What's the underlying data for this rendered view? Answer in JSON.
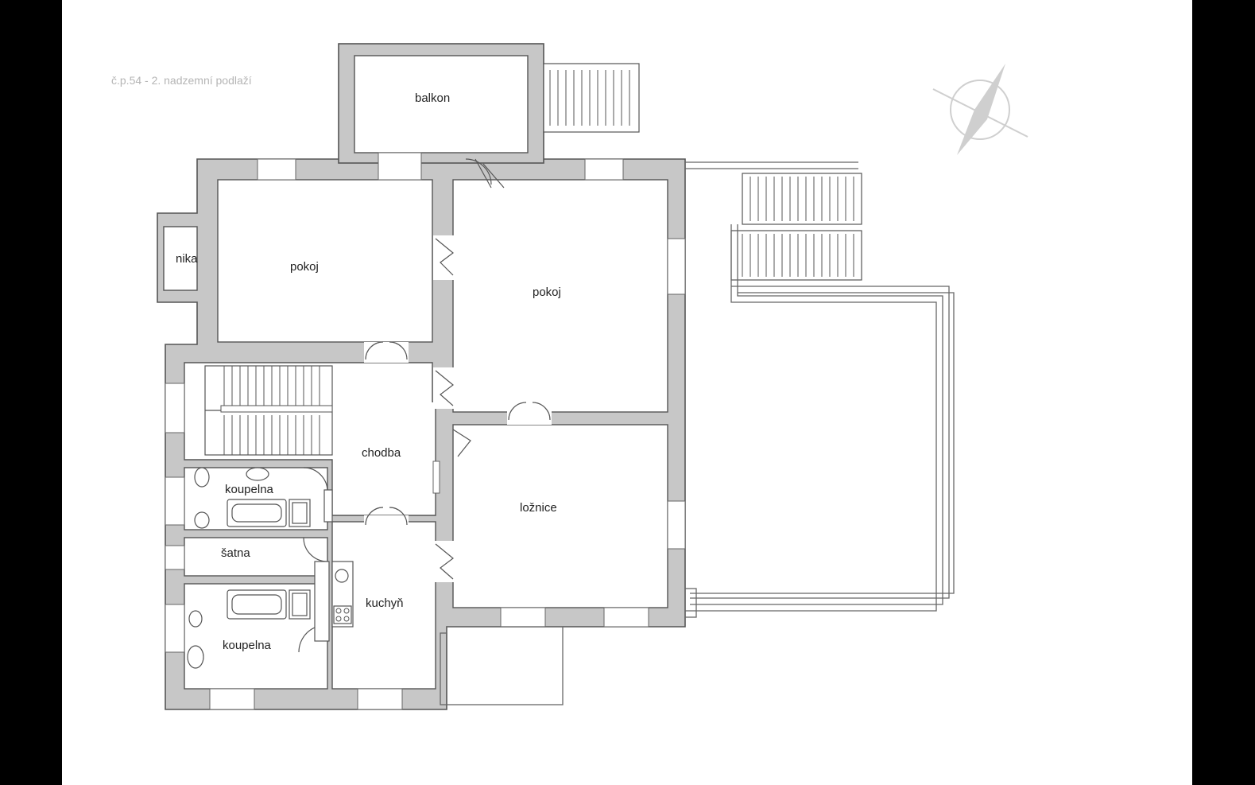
{
  "title": "č.p.54 - 2. nadzemní podlaží",
  "rooms": {
    "balkon": "balkon",
    "nika": "nika",
    "pokoj_1": "pokoj",
    "pokoj_2": "pokoj",
    "chodba": "chodba",
    "koupelna_1": "koupelna",
    "satna": "šatna",
    "loznice": "ložnice",
    "kuchyn": "kuchyň",
    "koupelna_2": "koupelna"
  },
  "icons": {
    "north_arrow": "compass-north-arrow-icon"
  },
  "colors": {
    "wall_fill": "#c7c7c7",
    "line": "#555555",
    "background": "#ffffff",
    "caption": "#b5b5b5"
  }
}
